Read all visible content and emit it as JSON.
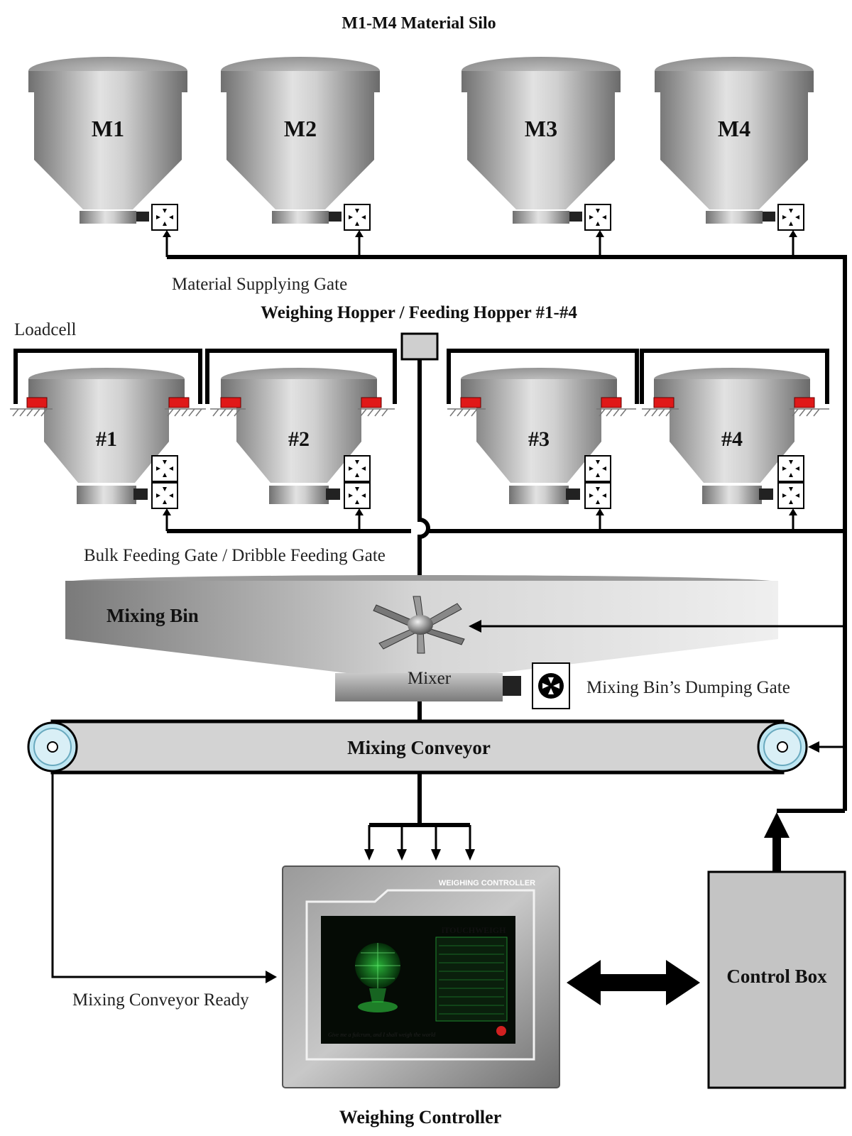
{
  "title": "M1-M4 Material Silo",
  "silos": [
    "M1",
    "M2",
    "M3",
    "M4"
  ],
  "labels": {
    "material_supplying_gate": "Material Supplying Gate",
    "weighing_hopper_title": "Weighing Hopper / Feeding Hopper #1-#4",
    "loadcell": "Loadcell",
    "feeding_gate": "Bulk Feeding Gate / Dribble Feeding Gate",
    "mixing_bin": "Mixing Bin",
    "mixer": "Mixer",
    "dumping_gate": "Mixing Bin’s Dumping Gate",
    "mixing_conveyor": "Mixing Conveyor",
    "conveyor_ready": "Mixing Conveyor Ready",
    "control_box": "Control Box",
    "weighing_controller": "Weighing Controller"
  },
  "hoppers": [
    "#1",
    "#2",
    "#3",
    "#4"
  ],
  "controller": {
    "header": "WEIGHING CONTROLLER",
    "brand": "iTOUCHWEIGH",
    "tagline": "Give me a fulcrum, and I shall weigh the world"
  },
  "colors": {
    "steel_dark": "#6e6e6e",
    "steel_light": "#e4e4e4",
    "loadcell_red": "#e01818",
    "roller_blue": "#bfe6f2",
    "screen_green": "#1f8a2e"
  }
}
